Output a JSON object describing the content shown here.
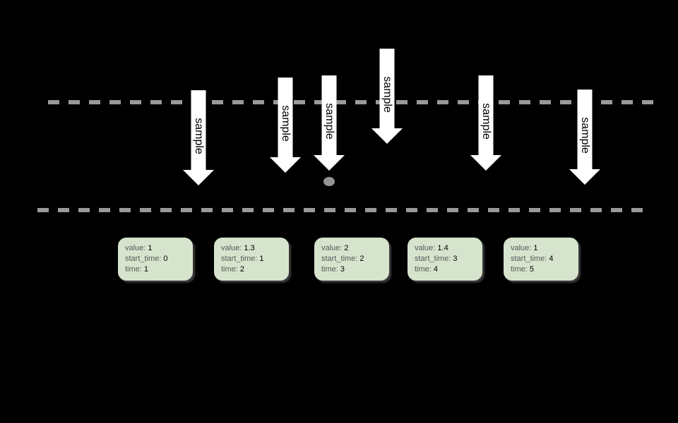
{
  "colors": {
    "background": "#000000",
    "dashed_line": "#999999",
    "arrow_fill": "#ffffff",
    "arrow_text": "#000000",
    "card_fill": "#d6e4cd",
    "card_label_text": "#595959",
    "card_value_text": "#000000",
    "dot": "#949494"
  },
  "arrows": [
    {
      "label": "sample"
    },
    {
      "label": "sample"
    },
    {
      "label": "sample"
    },
    {
      "label": "sample"
    },
    {
      "label": "sample"
    },
    {
      "label": "sample"
    }
  ],
  "field_labels": {
    "value": "value:",
    "start_time": "start_time:",
    "time": "time:"
  },
  "samples": [
    {
      "value": "1",
      "start_time": "0",
      "time": "1"
    },
    {
      "value": "1.3",
      "start_time": "1",
      "time": "2"
    },
    {
      "value": "2",
      "start_time": "2",
      "time": "3"
    },
    {
      "value": "1.4",
      "start_time": "3",
      "time": "4"
    },
    {
      "value": "1",
      "start_time": "4",
      "time": "5"
    }
  ]
}
